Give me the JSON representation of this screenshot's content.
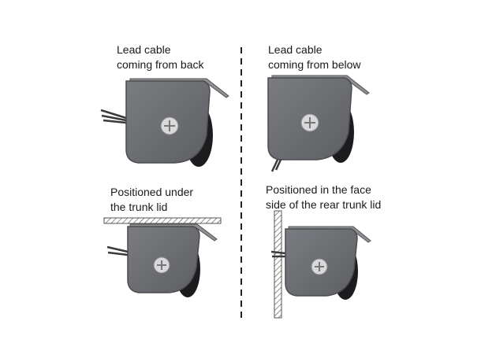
{
  "captions": {
    "top_left": {
      "line1": "Lead cable",
      "line2": "coming from back"
    },
    "top_right": {
      "line1": "Lead cable",
      "line2": "coming from below"
    },
    "bottom_left": {
      "line1": "Positioned under",
      "line2": "the trunk lid"
    },
    "bottom_right": {
      "line1": "Positioned in the face",
      "line2": "side of the rear trunk lid"
    }
  },
  "colors": {
    "housing": "#6b6d72",
    "housing_edge": "#4a4c50",
    "shadow_disc": "#1c1c1e",
    "bracket": "#8d8f93",
    "screw": "#d8d9db",
    "divider": "#222222"
  }
}
